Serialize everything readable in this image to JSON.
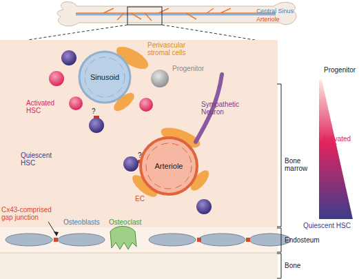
{
  "diagram": {
    "nodes": [
      {
        "text": [
          "Sinusoid"
        ]
      },
      {
        "text": [
          "Arteriole"
        ]
      }
    ],
    "labels": [
      "Central Sinus",
      "Arteriole",
      "Perivascular stromal cells",
      "Progenitor",
      "Activated HSC",
      "Sympathetic Neuron",
      "?",
      "?",
      "Quiescent HSC",
      "EC",
      "Cx43-comprised gap junction",
      "Osteoblasts",
      "Osteoclast",
      "Bone marrow",
      "Endosteum",
      "Bone",
      "Progenitor",
      "Activated HSC",
      "Quiescent HSC"
    ]
  }
}
